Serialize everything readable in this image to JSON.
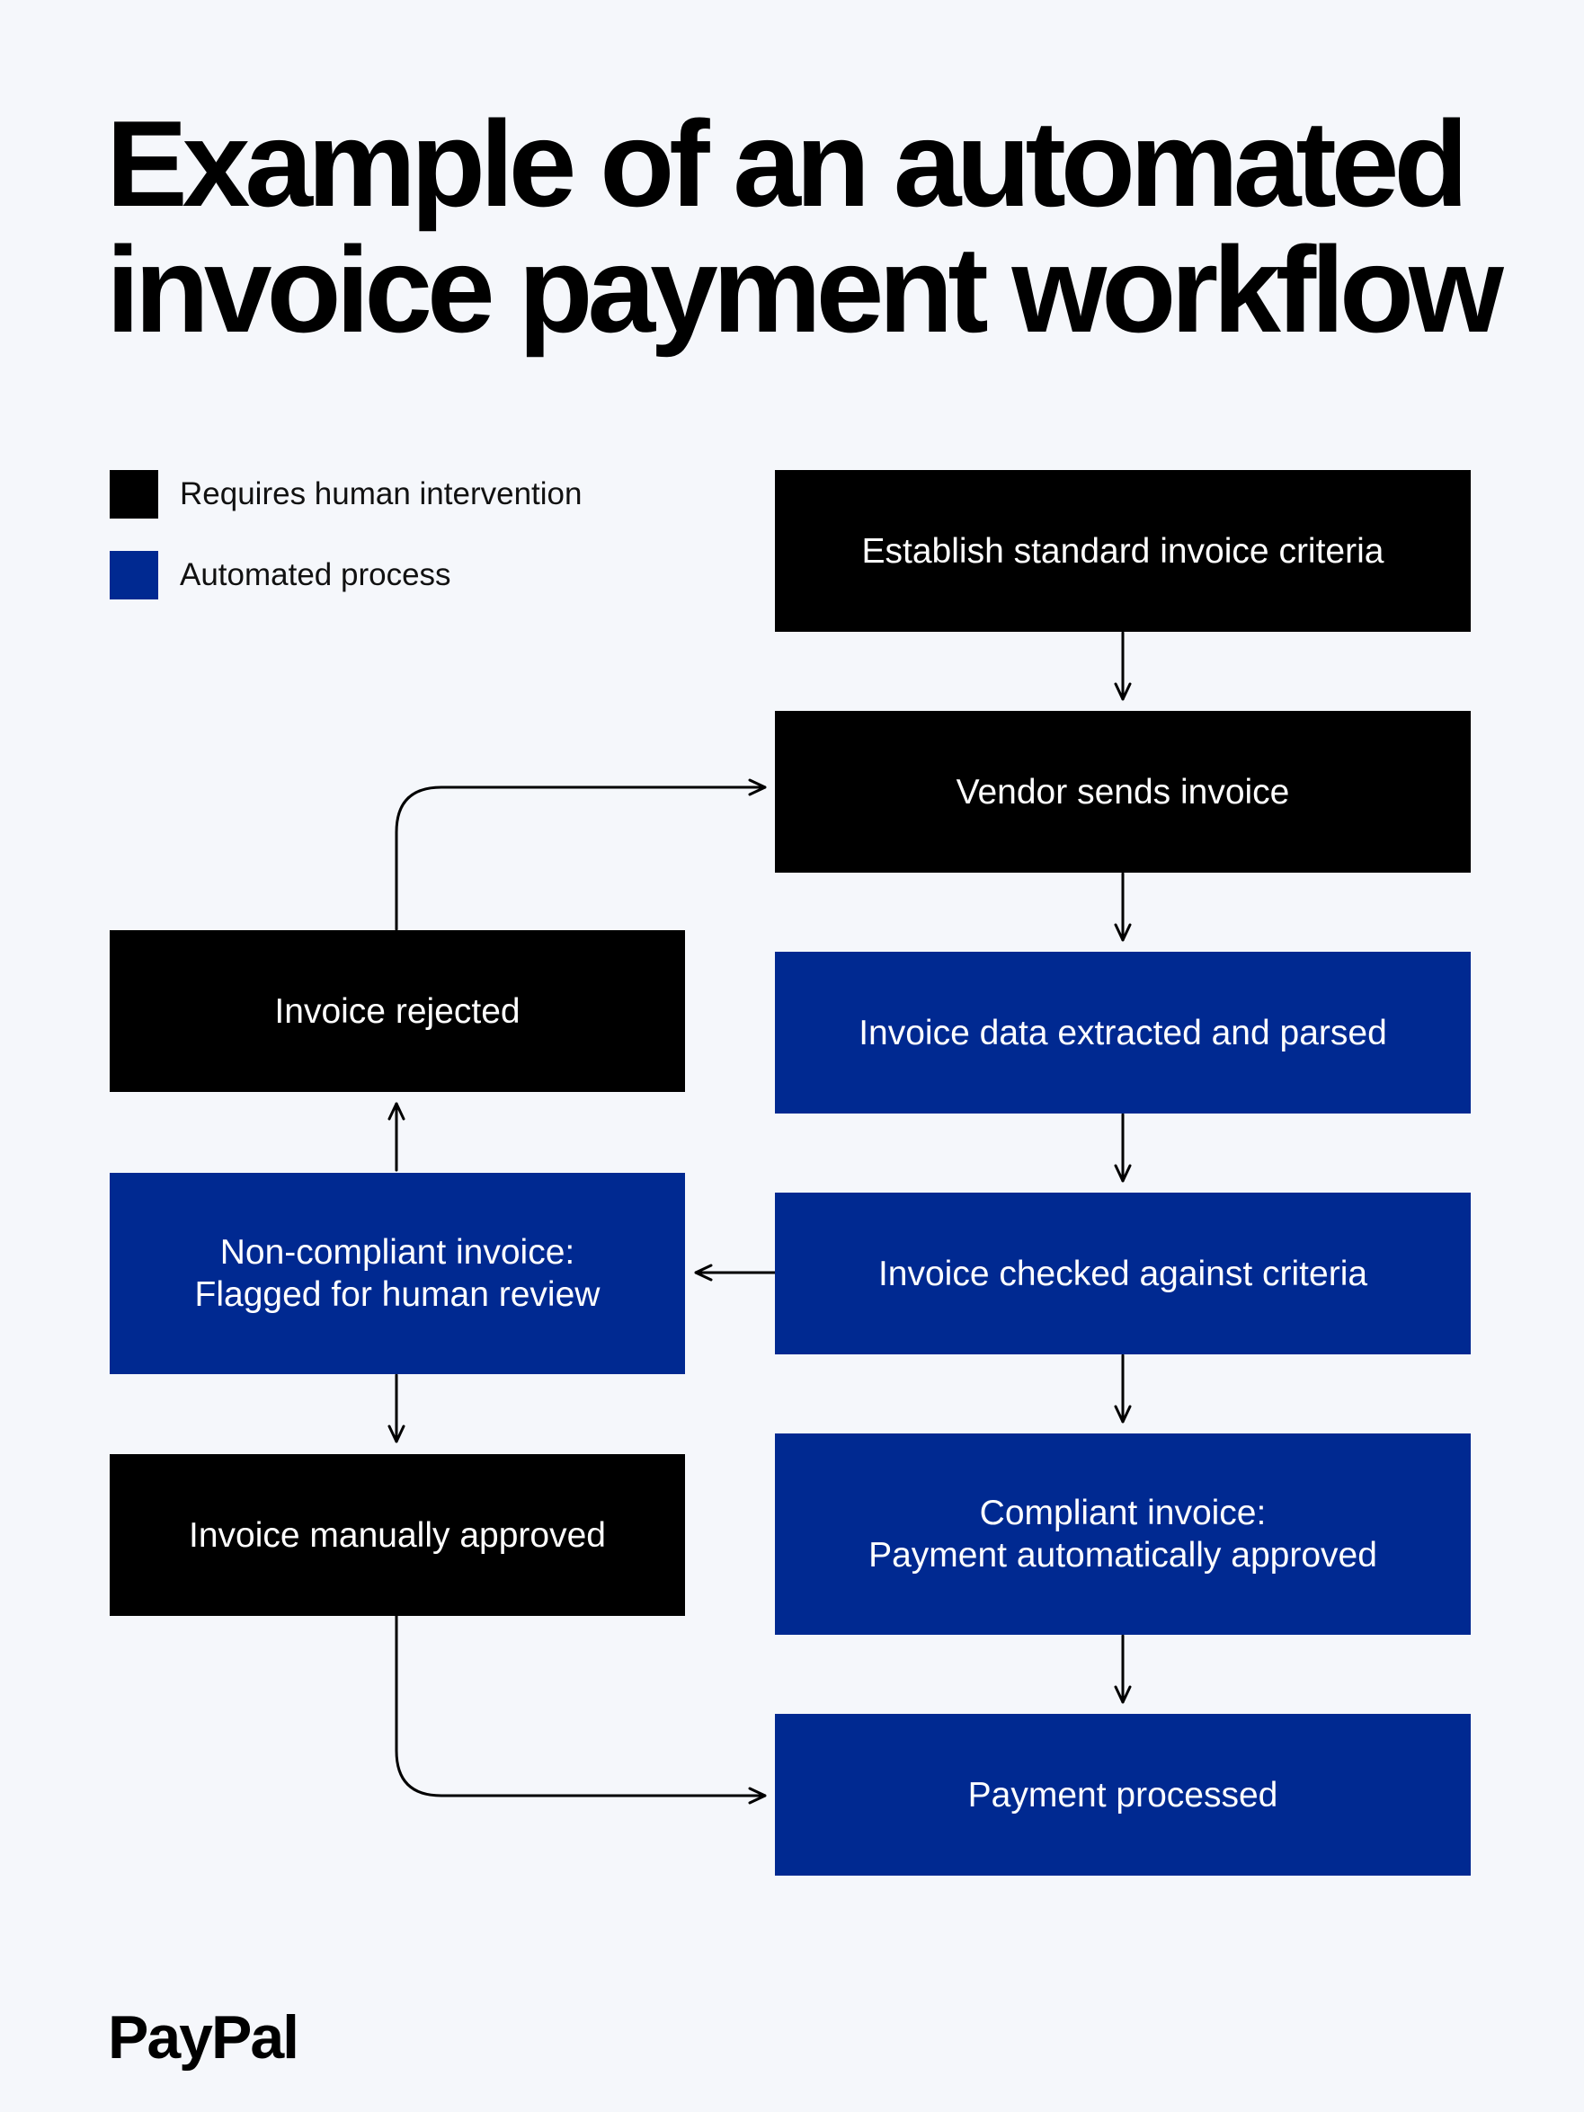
{
  "title": {
    "line1": "Example of an automated",
    "line2": "invoice payment workflow"
  },
  "legend": [
    {
      "label": "Requires human intervention",
      "color": "#000000"
    },
    {
      "label": "Automated process",
      "color": "#002991"
    }
  ],
  "nodes": {
    "establish_criteria": {
      "lines": [
        "Establish standard invoice criteria"
      ],
      "type": "human"
    },
    "vendor_sends": {
      "lines": [
        "Vendor sends invoice"
      ],
      "type": "human"
    },
    "data_extracted": {
      "lines": [
        "Invoice data extracted and parsed"
      ],
      "type": "automated"
    },
    "checked_criteria": {
      "lines": [
        "Invoice checked against criteria"
      ],
      "type": "automated"
    },
    "compliant": {
      "lines": [
        "Compliant invoice:",
        "Payment automatically approved"
      ],
      "type": "automated"
    },
    "payment_processed": {
      "lines": [
        "Payment processed"
      ],
      "type": "automated"
    },
    "rejected": {
      "lines": [
        "Invoice rejected"
      ],
      "type": "human"
    },
    "non_compliant": {
      "lines": [
        "Non-compliant invoice:",
        "Flagged for human review"
      ],
      "type": "automated"
    },
    "manually_approved": {
      "lines": [
        "Invoice manually approved"
      ],
      "type": "human"
    }
  },
  "edges": [
    {
      "from": "establish_criteria",
      "to": "vendor_sends"
    },
    {
      "from": "vendor_sends",
      "to": "data_extracted"
    },
    {
      "from": "data_extracted",
      "to": "checked_criteria"
    },
    {
      "from": "checked_criteria",
      "to": "compliant"
    },
    {
      "from": "compliant",
      "to": "payment_processed"
    },
    {
      "from": "checked_criteria",
      "to": "non_compliant"
    },
    {
      "from": "non_compliant",
      "to": "rejected"
    },
    {
      "from": "non_compliant",
      "to": "manually_approved"
    },
    {
      "from": "rejected",
      "to": "vendor_sends"
    },
    {
      "from": "manually_approved",
      "to": "payment_processed"
    }
  ],
  "brand": {
    "logo_text": "PayPal"
  }
}
